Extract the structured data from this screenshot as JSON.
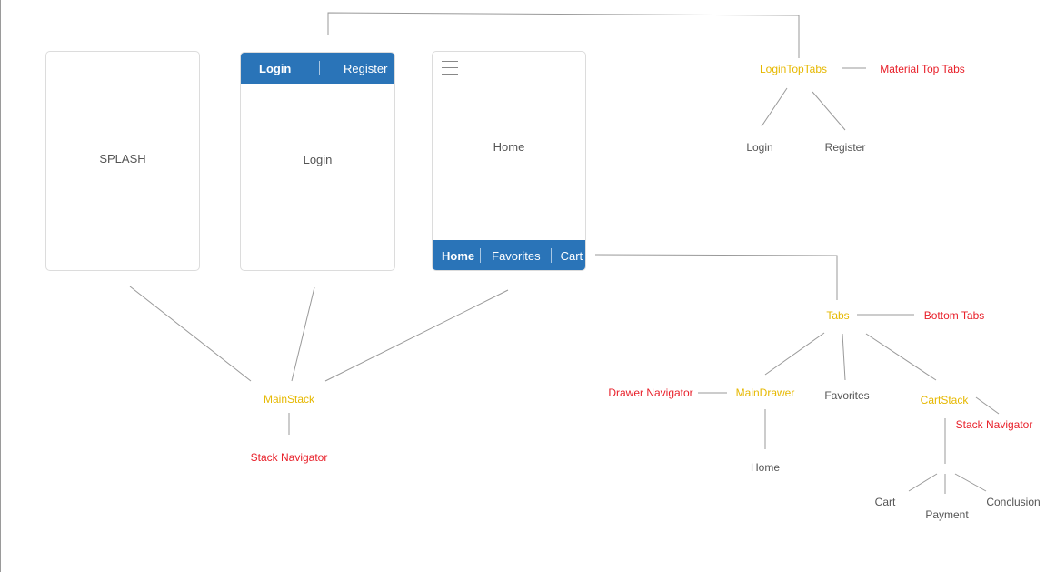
{
  "screens": {
    "splash": {
      "label": "SPLASH"
    },
    "login": {
      "tab_login": "Login",
      "tab_register": "Register",
      "label": "Login"
    },
    "home": {
      "label": "Home",
      "tab_home": "Home",
      "tab_favorites": "Favorites",
      "tab_cart": "Cart"
    }
  },
  "tree": {
    "login_top_tabs": "LoginTopTabs",
    "material_top_tabs": "Material Top Tabs",
    "login": "Login",
    "register": "Register",
    "main_stack": "MainStack",
    "main_stack_type": "Stack Navigator",
    "tabs": "Tabs",
    "bottom_tabs": "Bottom Tabs",
    "main_drawer": "MainDrawer",
    "drawer_navigator": "Drawer Navigator",
    "favorites": "Favorites",
    "cart_stack": "CartStack",
    "cart_stack_type": "Stack Navigator",
    "home": "Home",
    "cart": "Cart",
    "payment": "Payment",
    "conclusion": "Conclusion"
  },
  "colors": {
    "navigator_name": "#e6b800",
    "navigator_type": "#e8202a",
    "screen_name": "#555555",
    "tab_bar": "#2a74b8"
  }
}
